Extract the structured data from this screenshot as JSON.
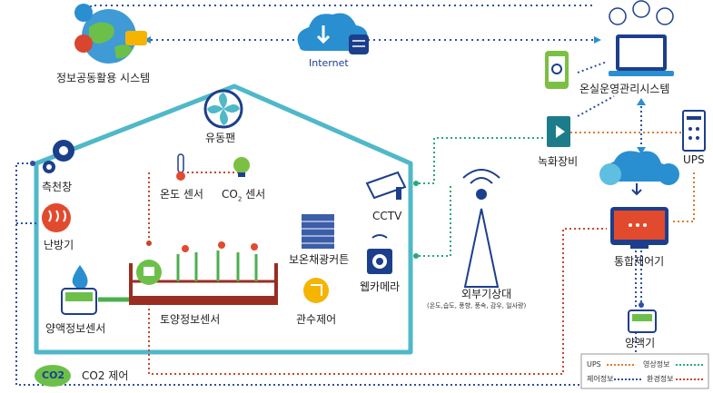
{
  "labels": {
    "info_system": "정보공동활용 시스템",
    "internet": "Internet",
    "greenhouse_mgmt": "온실운영관리시스템",
    "fan": "유동팬",
    "side_window": "측천창",
    "heater": "난방기",
    "temp_sensor": "온도 센서",
    "co2_sensor_pre": "CO",
    "co2_sensor_sub": "2",
    "co2_sensor_post": " 센서",
    "curtain": "보온채광커튼",
    "cctv": "CCTV",
    "webcam": "웹카메라",
    "recorder": "녹화장비",
    "ups": "UPS",
    "integrated_controller": "통합제어기",
    "weather": "외부기상대",
    "weather_detail": "(온도,습도, 풍향, 풍속, 감우, 일사량)",
    "soil_sensor": "토양정보센서",
    "irrigation": "관수제어",
    "nutrient_sensor": "양액정보센서",
    "nutrient_machine": "양액기",
    "co2_badge": "CO2",
    "co2_control": "CO2 제어"
  },
  "legend": {
    "ups": "UPS",
    "video": "영상정보",
    "control": "제어정보",
    "environment": "환경정보"
  },
  "colors": {
    "greenhouse": "#4fb8c9",
    "control_line": "#2f4fa3",
    "environment_line": "#c8452a",
    "video_line": "#2aa876",
    "ups_line": "#e07b2f",
    "accent_blue": "#2a8fd0"
  }
}
